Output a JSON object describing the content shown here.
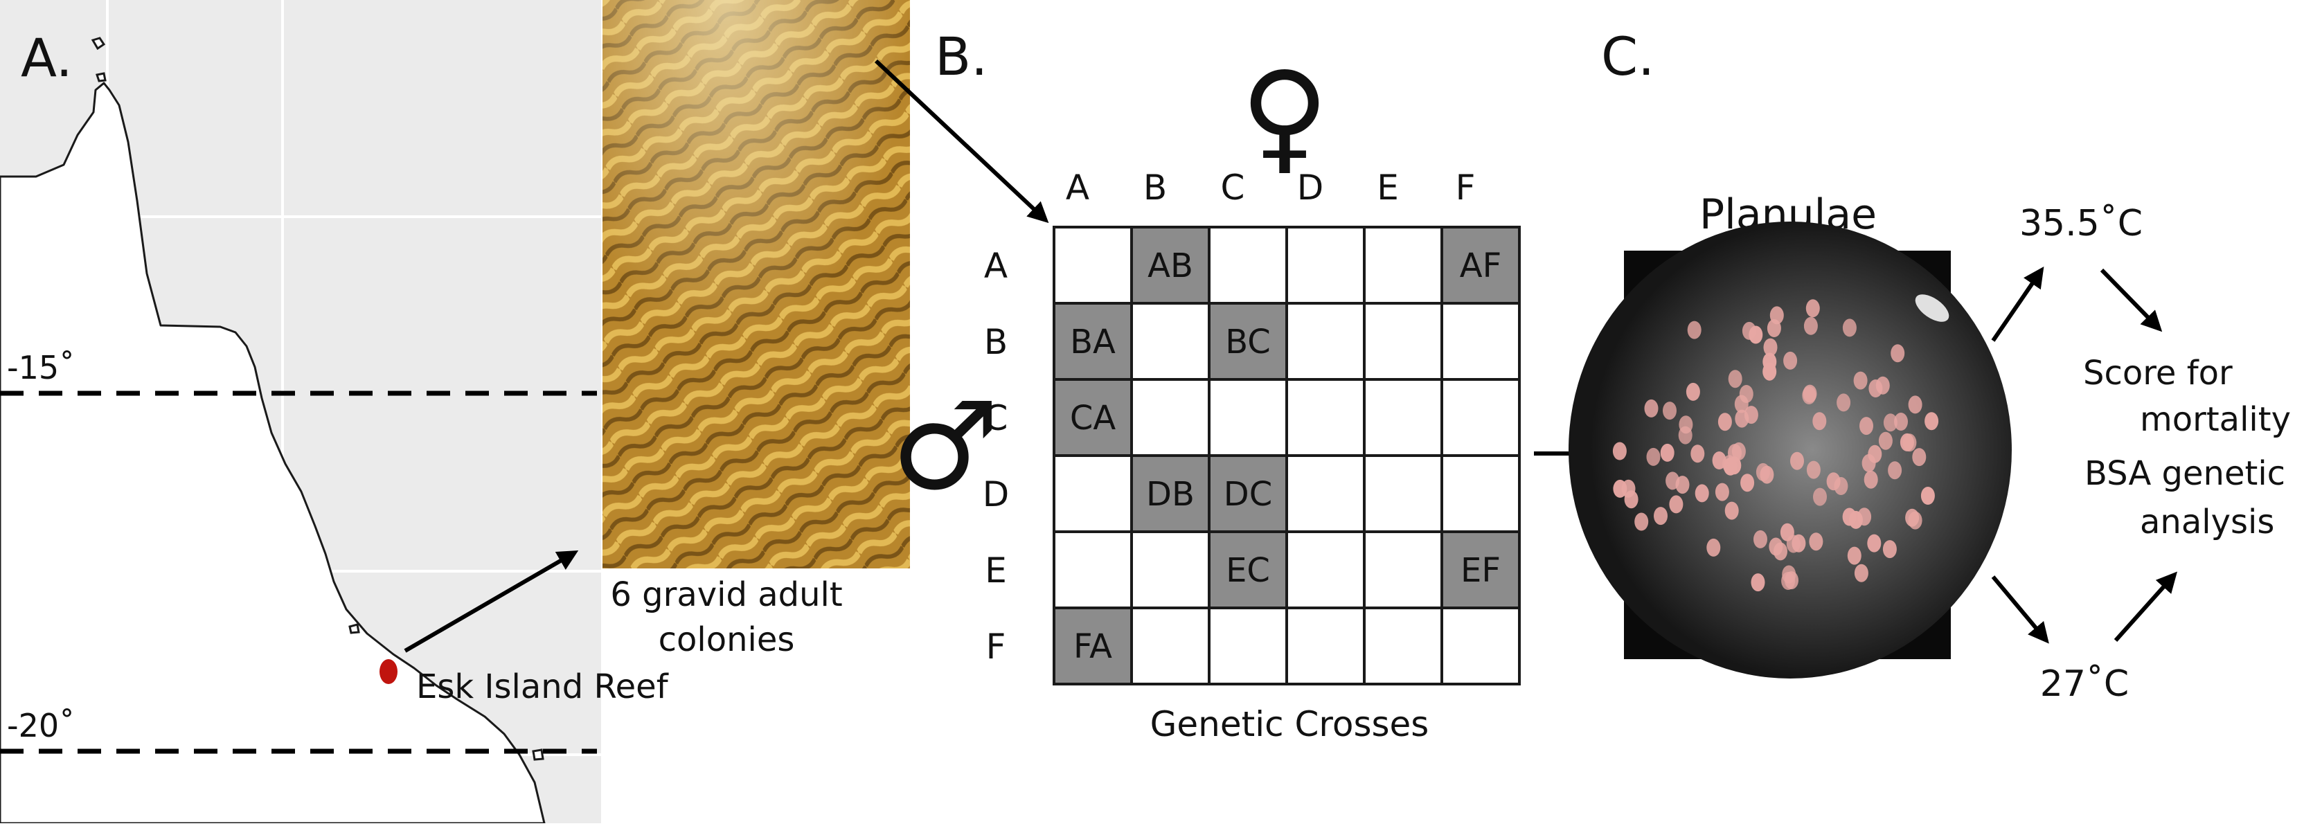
{
  "panel_a": {
    "label": "A.",
    "lat_15": "-15˚",
    "lat_20": "-20˚",
    "site_label": "Esk Island Reef",
    "coral_caption_1": "6 gravid adult",
    "coral_caption_2": "colonies",
    "site_color": "#c0140e"
  },
  "panel_b": {
    "label": "B.",
    "female_symbol": "♀",
    "male_symbol": "♂",
    "columns": [
      "A",
      "B",
      "C",
      "D",
      "E",
      "F"
    ],
    "rows": [
      "A",
      "B",
      "C",
      "D",
      "E",
      "F"
    ],
    "crosses": [
      {
        "row": 0,
        "col": 1,
        "label": "AB"
      },
      {
        "row": 0,
        "col": 5,
        "label": "AF"
      },
      {
        "row": 1,
        "col": 0,
        "label": "BA"
      },
      {
        "row": 1,
        "col": 2,
        "label": "BC"
      },
      {
        "row": 2,
        "col": 0,
        "label": "CA"
      },
      {
        "row": 3,
        "col": 1,
        "label": "DB"
      },
      {
        "row": 3,
        "col": 2,
        "label": "DC"
      },
      {
        "row": 4,
        "col": 2,
        "label": "EC"
      },
      {
        "row": 4,
        "col": 5,
        "label": "EF"
      },
      {
        "row": 5,
        "col": 0,
        "label": "FA"
      }
    ],
    "caption": "Genetic Crosses",
    "filled_color": "#8c8c8c"
  },
  "panel_c": {
    "label": "C.",
    "planulae_title": "Planulae",
    "temp_high": "35.5˚C",
    "temp_low": "27˚C",
    "score_lines": [
      "Score for",
      "mortality",
      "BSA genetic",
      "analysis"
    ]
  }
}
